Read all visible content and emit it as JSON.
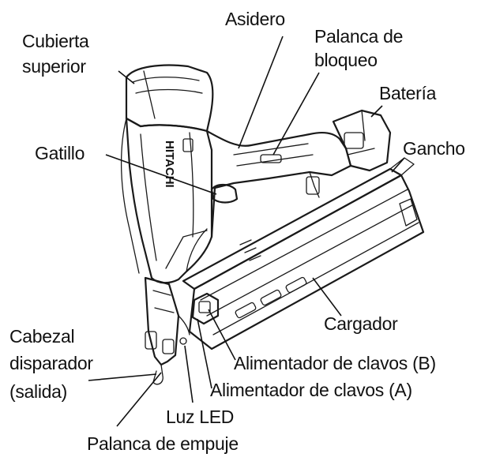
{
  "labels": {
    "cubierta_superior_1": "Cubierta",
    "cubierta_superior_2": "superior",
    "asidero": "Asidero",
    "palanca_bloqueo_1": "Palanca de",
    "palanca_bloqueo_2": "bloqueo",
    "bateria": "Batería",
    "gatillo": "Gatillo",
    "gancho": "Gancho",
    "cargador": "Cargador",
    "cabezal_1": "Cabezal",
    "cabezal_2": "disparador",
    "cabezal_3": "(salida)",
    "alimentador_b": "Alimentador de clavos (B)",
    "alimentador_a": "Alimentador de clavos (A)",
    "luz_led": "Luz LED",
    "palanca_empuje": "Palanca de empuje"
  },
  "brand_text": "HITACHI",
  "colors": {
    "ink": "#111111",
    "background": "#ffffff"
  }
}
